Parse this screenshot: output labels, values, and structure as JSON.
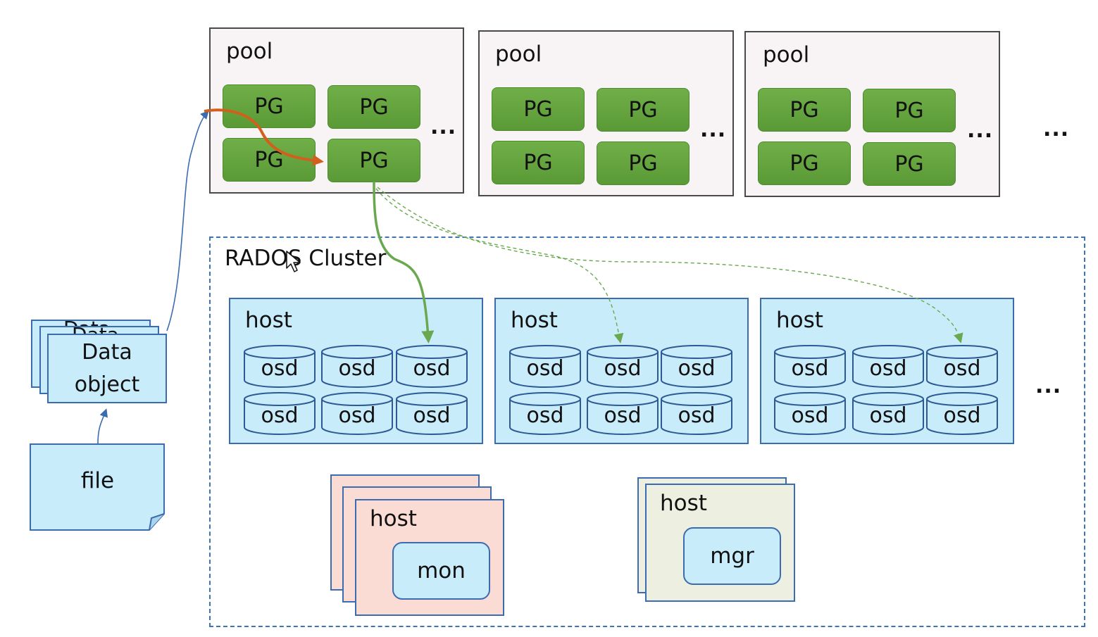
{
  "pools": [
    {
      "label": "pool",
      "pgs": [
        "PG",
        "PG",
        "PG",
        "PG"
      ],
      "more": "..."
    },
    {
      "label": "pool",
      "pgs": [
        "PG",
        "PG",
        "PG",
        "PG"
      ],
      "more": "..."
    },
    {
      "label": "pool",
      "pgs": [
        "PG",
        "PG",
        "PG",
        "PG"
      ],
      "more": "..."
    }
  ],
  "pools_more": "...",
  "cluster": {
    "label": "RADOS Cluster",
    "hosts": [
      {
        "label": "host",
        "osds": [
          "osd",
          "osd",
          "osd",
          "osd",
          "osd",
          "osd"
        ]
      },
      {
        "label": "host",
        "osds": [
          "osd",
          "osd",
          "osd",
          "osd",
          "osd",
          "osd"
        ]
      },
      {
        "label": "host",
        "osds": [
          "osd",
          "osd",
          "osd",
          "osd",
          "osd",
          "osd"
        ]
      }
    ],
    "hosts_more": "...",
    "mon_host": {
      "label": "host",
      "service": "mon"
    },
    "mgr_host": {
      "label": "host",
      "service": "mgr"
    }
  },
  "data_object": {
    "stack_label": "Data",
    "line1": "Data",
    "line2": "object"
  },
  "file": {
    "label": "file"
  },
  "colors": {
    "pg_green": "#63a33e",
    "host_blue": "#c9ecfb",
    "border_blue": "#3b6cb0",
    "mon_pink": "#fbdcd5",
    "mgr_beige": "#edf0e1",
    "primary_arrow": "#d35f1e",
    "replica_arrow": "#6aa84f"
  }
}
